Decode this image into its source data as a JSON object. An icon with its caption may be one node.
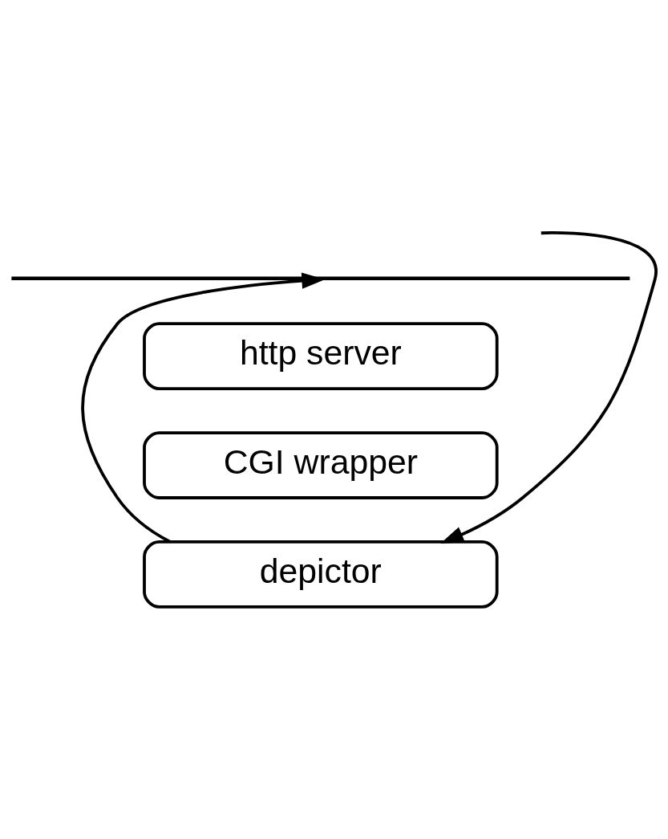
{
  "diagram": {
    "nodes": [
      {
        "text": [
          "http server"
        ]
      },
      {
        "text": [
          "CGI wrapper"
        ]
      },
      {
        "text": [
          "depictor"
        ]
      },
      {
        "text": [],
        "shape": "bar"
      }
    ],
    "edges": [
      {
        "from": null,
        "to": 2,
        "arrow": "to"
      },
      {
        "from": 2,
        "to": 3,
        "arrow": "to"
      }
    ]
  }
}
